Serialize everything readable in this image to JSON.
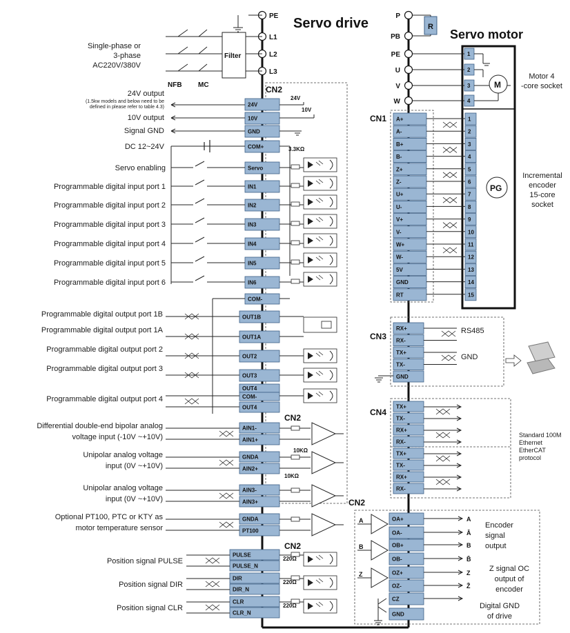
{
  "titles": {
    "servo_drive": "Servo drive",
    "servo_motor": "Servo motor"
  },
  "power": {
    "terminals": [
      "PE",
      "L1",
      "L2",
      "L3"
    ],
    "supply_label": [
      "Single-phase or",
      "3-phase",
      "AC220V/380V"
    ],
    "nfb": "NFB",
    "mc": "MC",
    "filter": "Filter"
  },
  "brake": {
    "pins": [
      "P",
      "PB"
    ],
    "resistor": "R"
  },
  "motor": {
    "terminals": [
      "PE",
      "U",
      "V",
      "W"
    ],
    "socket_pins": [
      "1",
      "2",
      "3",
      "4"
    ],
    "motor_symbol": "M",
    "socket_label": [
      "Motor 4",
      "-core socket"
    ]
  },
  "cn2_io": {
    "connector": "CN2",
    "output_24v": [
      "24V output",
      "(1.5kw models and below need to be",
      "defined in please refer to table 4.3)"
    ],
    "output_10v": "10V output",
    "signal_gnd": "Signal GND",
    "dc_supply": "DC 12~24V",
    "rail_24v": "24V",
    "rail_10v": "10V",
    "resistor_in": "3.3KΩ",
    "pins_top": [
      "24V",
      "10V",
      "GND",
      "COM+"
    ],
    "inputs": [
      {
        "pin": "Servo",
        "label": "Servo enabling"
      },
      {
        "pin": "IN1",
        "label": "Programmable digital input port 1"
      },
      {
        "pin": "IN2",
        "label": "Programmable digital input port 2"
      },
      {
        "pin": "IN3",
        "label": "Programmable digital input port 3"
      },
      {
        "pin": "IN4",
        "label": "Programmable digital input port 4"
      },
      {
        "pin": "IN5",
        "label": "Programmable digital input port 5"
      },
      {
        "pin": "IN6",
        "label": "Programmable digital input port 6"
      }
    ],
    "com_minus": "COM-",
    "outputs": [
      {
        "pin": "OUT1B",
        "label": "Programmable digital output port 1B"
      },
      {
        "pin": "OUT1A",
        "label": "Programmable digital output port 1A"
      },
      {
        "pin": "OUT2",
        "label": "Programmable digital output port 2"
      },
      {
        "pin": "OUT3",
        "label": "Programmable digital output port 3"
      }
    ],
    "out4_pins": [
      "OUT4",
      "COM-",
      "OUT4"
    ],
    "out4_label": "Programmable digital output port 4"
  },
  "analog": {
    "connector": "CN2",
    "groups": [
      {
        "pins": [
          "AIN1-",
          "AIN1+"
        ],
        "label": [
          "Differential double-end bipolar analog",
          "voltage input (-10V ~+10V)"
        ]
      },
      {
        "pins": [
          "GNDA",
          "AIN2+"
        ],
        "label": [
          "Unipolar analog voltage",
          "input (0V ~+10V)"
        ]
      },
      {
        "pins": [
          "AIN3-",
          "AIN3+"
        ],
        "label": [
          "Unipolar analog voltage",
          "input (0V ~+10V)"
        ]
      },
      {
        "pins": [
          "GNDA",
          "PT100"
        ],
        "label": [
          "Optional PT100, PTC or KTY as",
          "motor temperature sensor"
        ]
      }
    ],
    "res_a": "10KΩ",
    "res_b": "10KΩ"
  },
  "position": {
    "connector": "CN2",
    "resistor": "220Ω",
    "groups": [
      {
        "pins": [
          "PULSE",
          "PULSE_N"
        ],
        "label": "Position signal PULSE"
      },
      {
        "pins": [
          "DIR",
          "DIR_N"
        ],
        "label": "Position signal DIR"
      },
      {
        "pins": [
          "CLR",
          "CLR_N"
        ],
        "label": "Position signal CLR"
      }
    ]
  },
  "cn1": {
    "connector": "CN1",
    "pins": [
      "A+",
      "A-",
      "B+",
      "B-",
      "Z+",
      "Z-",
      "U+",
      "U-",
      "V+",
      "V-",
      "W+",
      "W-",
      "5V",
      "GND",
      "RT"
    ],
    "socket_numbers": [
      "1",
      "2",
      "3",
      "4",
      "5",
      "6",
      "7",
      "8",
      "9",
      "10",
      "11",
      "12",
      "13",
      "14",
      "15"
    ],
    "pg": "PG",
    "label": [
      "Incremental",
      "encoder",
      "15-core",
      "socket"
    ]
  },
  "cn3": {
    "connector": "CN3",
    "pins": [
      "RX+",
      "RX-",
      "TX+",
      "TX-",
      "GND"
    ],
    "rs485": "RS485",
    "gnd": "GND"
  },
  "cn4": {
    "connector": "CN4",
    "pins": [
      "TX+",
      "TX-",
      "RX+",
      "RX-",
      "TX+",
      "TX-",
      "RX+",
      "RX-"
    ],
    "label": [
      "Standard 100M",
      "Ethernet",
      "EtherCAT",
      "protocol"
    ]
  },
  "encoder_out": {
    "connector": "CN2",
    "pins": [
      "OA+",
      "OA-",
      "OB+",
      "OB-",
      "OZ+",
      "OZ-",
      "CZ",
      "GND"
    ],
    "signals_in": [
      "A",
      "B",
      "Z"
    ],
    "signals_out": [
      "A",
      "Ā",
      "B",
      "B̄",
      "Z",
      "Z̄"
    ],
    "label_enc": [
      "Encoder",
      "signal",
      "output"
    ],
    "label_z": [
      "Z signal OC",
      "output of",
      "encoder"
    ],
    "label_gnd": [
      "Digital GND",
      "of drive"
    ]
  }
}
